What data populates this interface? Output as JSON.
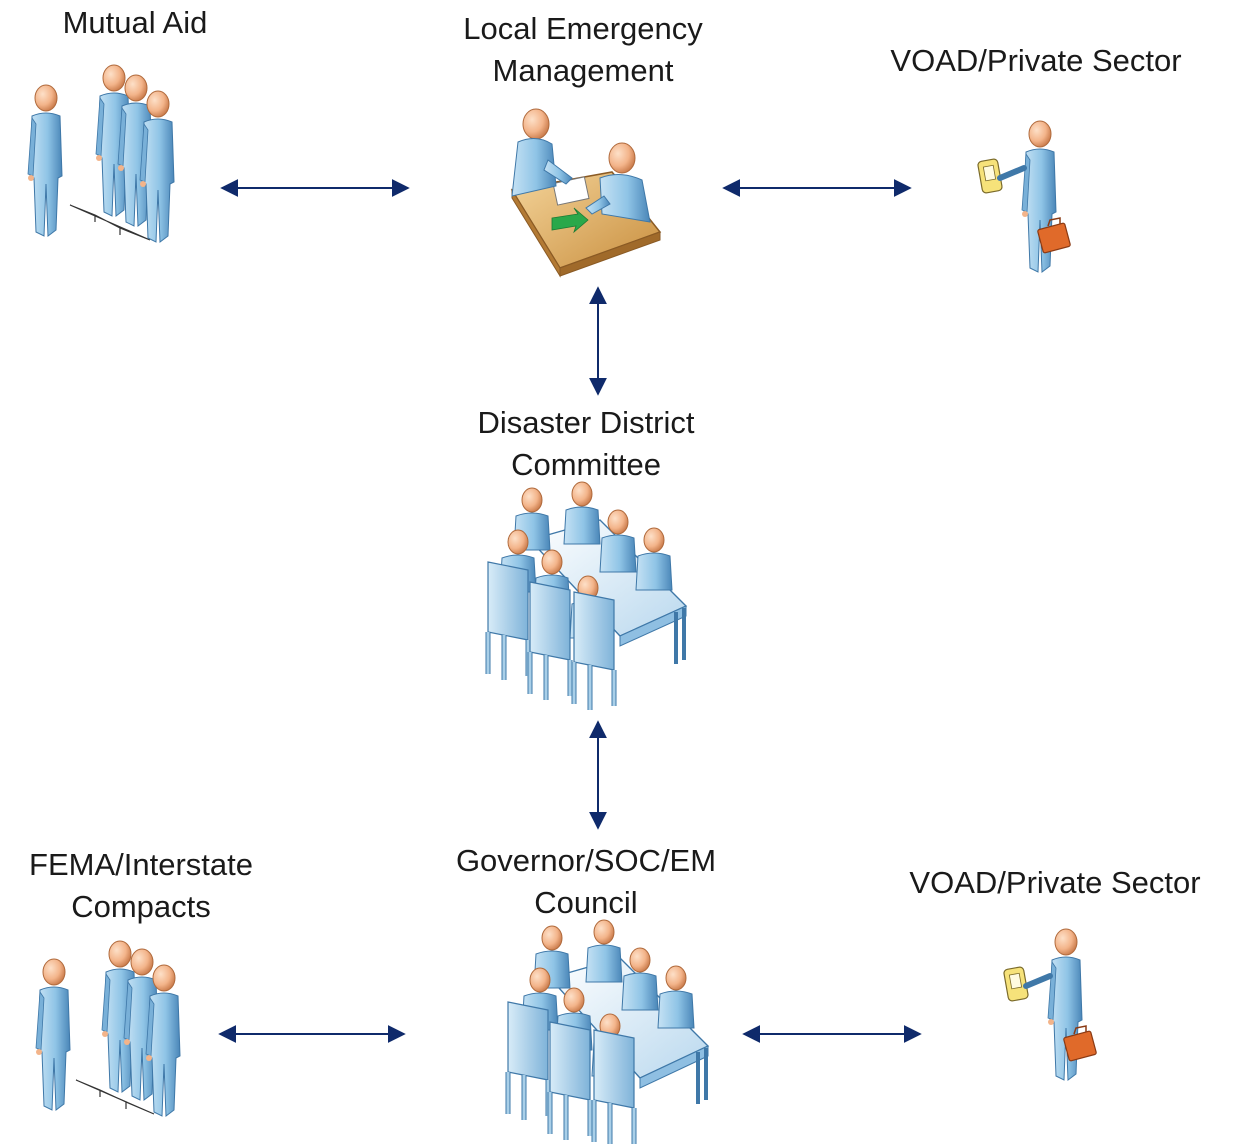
{
  "colors": {
    "arrow": "#0f2a6b",
    "person_body": "#8fc4e6",
    "person_body_dark": "#4a86b8",
    "person_head": "#f3b48a",
    "person_head_dark": "#c97a4a",
    "desk": "#d9a85a",
    "chair": "#a9cfe8",
    "table": "#cfe3f2",
    "briefcase": "#e06a2a",
    "phone": "#f6e27a"
  },
  "nodes": {
    "mutual_aid": {
      "lines": [
        "Mutual Aid"
      ],
      "icon": "group-people-icon"
    },
    "local_em": {
      "lines": [
        "Local Emergency",
        "Management"
      ],
      "icon": "desk-meeting-icon"
    },
    "voad_top": {
      "lines": [
        "VOAD/Private Sector"
      ],
      "icon": "businessperson-icon"
    },
    "ddc": {
      "lines": [
        "Disaster District",
        "Committee"
      ],
      "icon": "conference-table-icon"
    },
    "fema": {
      "lines": [
        "FEMA/Interstate",
        "Compacts"
      ],
      "icon": "group-people-icon"
    },
    "governor": {
      "lines": [
        "Governor/SOC/EM",
        "Council"
      ],
      "icon": "conference-table-icon"
    },
    "voad_bottom": {
      "lines": [
        "VOAD/Private Sector"
      ],
      "icon": "businessperson-icon"
    }
  },
  "connections": [
    {
      "from": "mutual_aid",
      "to": "local_em",
      "direction": "bidirectional"
    },
    {
      "from": "local_em",
      "to": "voad_top",
      "direction": "bidirectional"
    },
    {
      "from": "local_em",
      "to": "ddc",
      "direction": "bidirectional"
    },
    {
      "from": "ddc",
      "to": "governor",
      "direction": "bidirectional"
    },
    {
      "from": "fema",
      "to": "governor",
      "direction": "bidirectional"
    },
    {
      "from": "governor",
      "to": "voad_bottom",
      "direction": "bidirectional"
    }
  ]
}
